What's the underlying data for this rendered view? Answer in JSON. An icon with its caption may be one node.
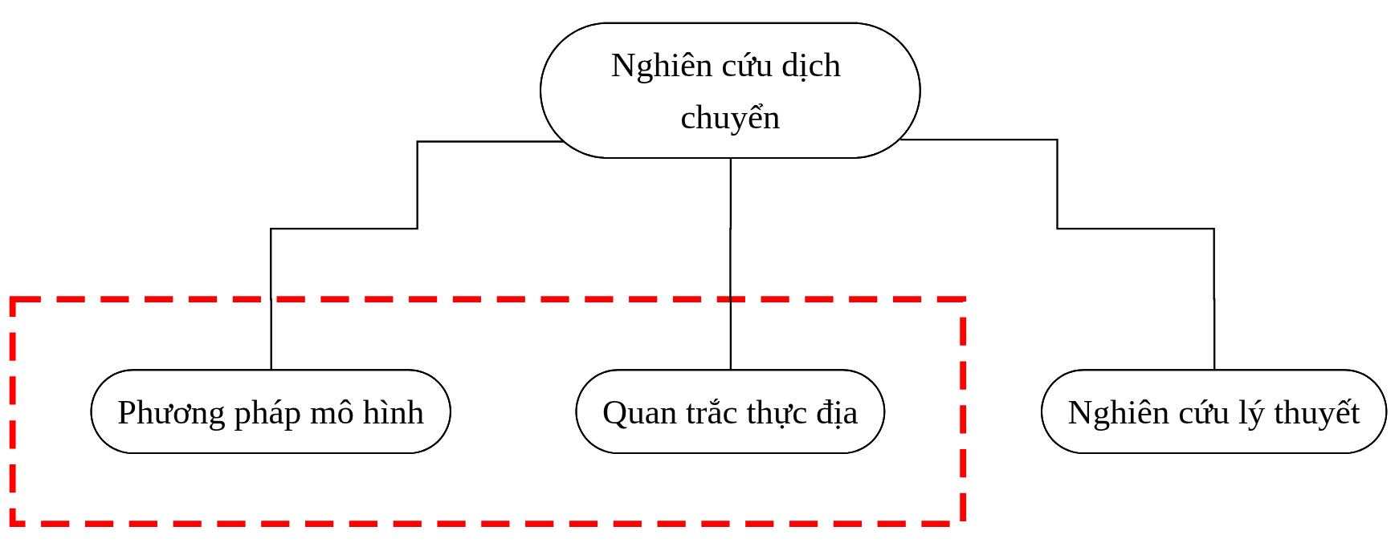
{
  "diagram": {
    "nodes": [
      {
        "text": [
          "Nghiên cứu dịch chuyển"
        ]
      },
      {
        "text": [
          "Nghiên cứu lý thuyết"
        ]
      },
      {
        "text": [],
        "shape": "box"
      },
      {
        "text": [
          "Phương pháp mô hình"
        ],
        "in": 2
      },
      {
        "text": [
          "Quan trắc thực địa"
        ],
        "in": 2
      }
    ],
    "edges": [
      {
        "from": 0,
        "to": 1,
        "arrow": "none"
      },
      {
        "from": 0,
        "to": 3,
        "arrow": "none"
      },
      {
        "from": 0,
        "to": 4,
        "arrow": "none"
      }
    ]
  }
}
